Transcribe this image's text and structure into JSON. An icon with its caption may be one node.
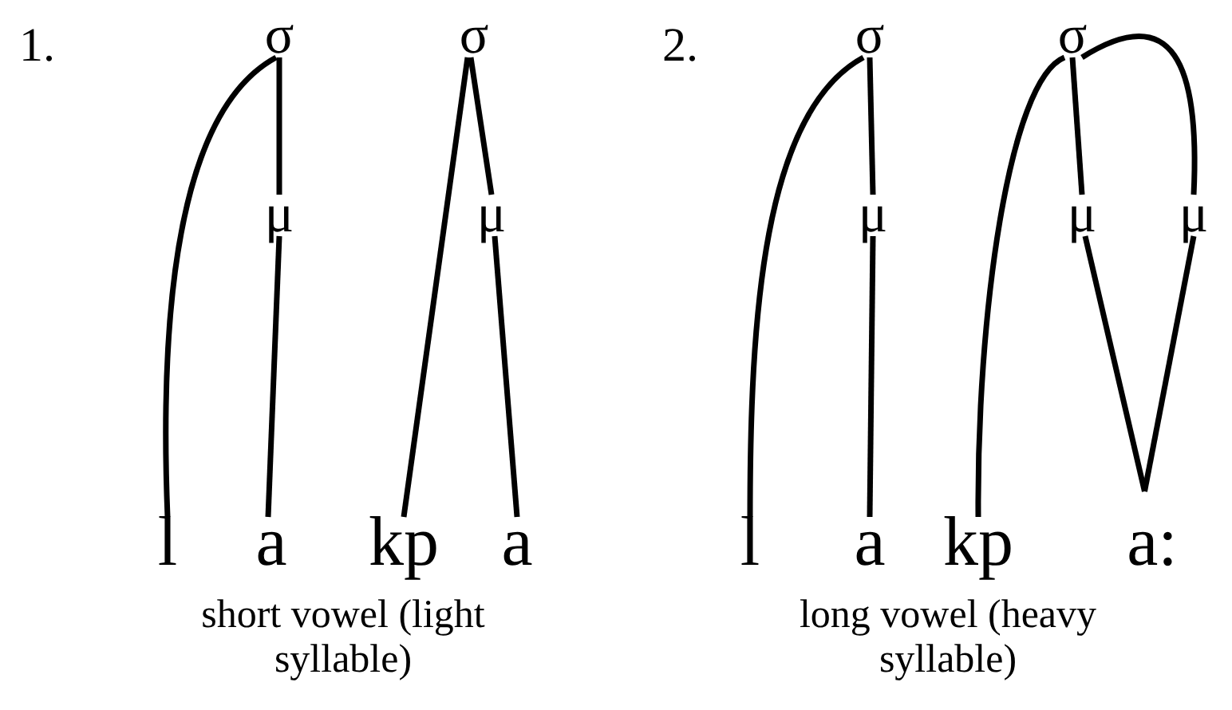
{
  "diagram": {
    "nodes": [
      {
        "text": [
          "σ"
        ]
      },
      {
        "text": [
          "σ"
        ]
      },
      {
        "text": [
          "μ"
        ]
      },
      {
        "text": [
          "μ"
        ]
      },
      {
        "text": [
          "l"
        ]
      },
      {
        "text": [
          "a"
        ]
      },
      {
        "text": [
          "kp"
        ]
      },
      {
        "text": [
          "a"
        ]
      },
      {
        "text": [
          "σ"
        ]
      },
      {
        "text": [
          "σ"
        ]
      },
      {
        "text": [
          "μ"
        ]
      },
      {
        "text": [
          "μ"
        ]
      },
      {
        "text": [
          "μ"
        ]
      },
      {
        "text": [
          "l"
        ]
      },
      {
        "text": [
          "a"
        ]
      },
      {
        "text": [
          "kp"
        ]
      },
      {
        "text": [
          "a:"
        ]
      }
    ],
    "edges": [
      {
        "from": 0,
        "to": 4,
        "arrow": "none"
      },
      {
        "from": 0,
        "to": 2,
        "arrow": "none"
      },
      {
        "from": 2,
        "to": 5,
        "arrow": "none"
      },
      {
        "from": 1,
        "to": 6,
        "arrow": "none"
      },
      {
        "from": 1,
        "to": 3,
        "arrow": "none"
      },
      {
        "from": 3,
        "to": 7,
        "arrow": "none"
      },
      {
        "from": 8,
        "to": 13,
        "arrow": "none"
      },
      {
        "from": 8,
        "to": 10,
        "arrow": "none"
      },
      {
        "from": 10,
        "to": 14,
        "arrow": "none"
      },
      {
        "from": 9,
        "to": 15,
        "arrow": "none"
      },
      {
        "from": 9,
        "to": 11,
        "arrow": "none"
      },
      {
        "from": 9,
        "to": 12,
        "arrow": "none"
      },
      {
        "from": 11,
        "to": 16,
        "arrow": "none"
      },
      {
        "from": 12,
        "to": 16,
        "arrow": "none"
      }
    ],
    "labels": [
      "1.",
      "2.",
      "short vowel (light syllable)",
      "long vowel (heavy syllable)"
    ]
  }
}
